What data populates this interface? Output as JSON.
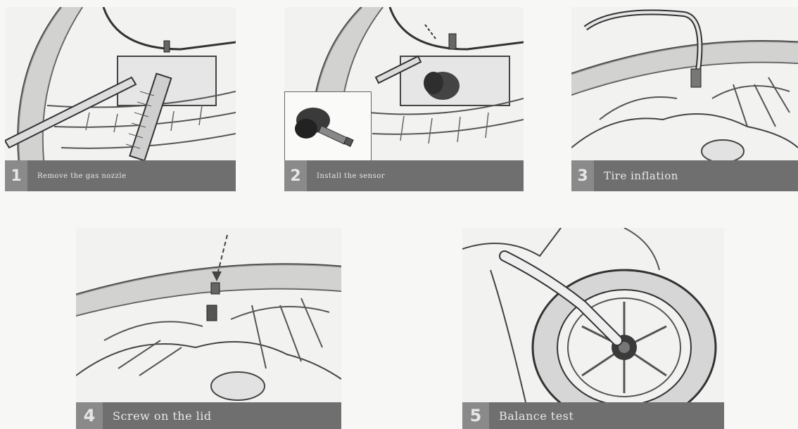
{
  "steps": [
    {
      "number": "1",
      "label": "Remove the gas nozzle"
    },
    {
      "number": "2",
      "label": "Install the sensor"
    },
    {
      "number": "3",
      "label": "Tire inflation"
    },
    {
      "number": "4",
      "label": "Screw on the lid"
    },
    {
      "number": "5",
      "label": "Balance test"
    }
  ]
}
